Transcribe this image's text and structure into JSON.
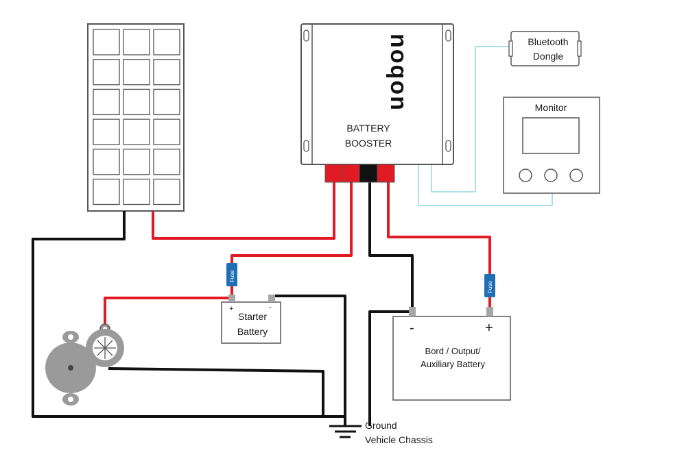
{
  "booster": {
    "brand": "noqon",
    "label_line1": "BATTERY",
    "label_line2": "BOOSTER"
  },
  "bluetooth": {
    "line1": "Bluetooth",
    "line2": "Dongle"
  },
  "monitor": {
    "label": "Monitor"
  },
  "fuse": {
    "label": "Fuse"
  },
  "starter_battery": {
    "line1": "Starter",
    "line2": "Battery",
    "plus": "+",
    "minus": "-"
  },
  "aux_battery": {
    "line1": "Bord / Output/",
    "line2": "Auxiliary Battery",
    "plus": "+",
    "minus": "-"
  },
  "ground": {
    "line1": "Ground",
    "line2": "Vehicle Chassis"
  },
  "colors": {
    "positive_wire": "#e01b24",
    "negative_wire": "#111111",
    "data_wire": "#8fd3ea",
    "fuse": "#1f6fb5",
    "terminal": "#a6a6a6",
    "alternator": "#9a9a9a"
  }
}
